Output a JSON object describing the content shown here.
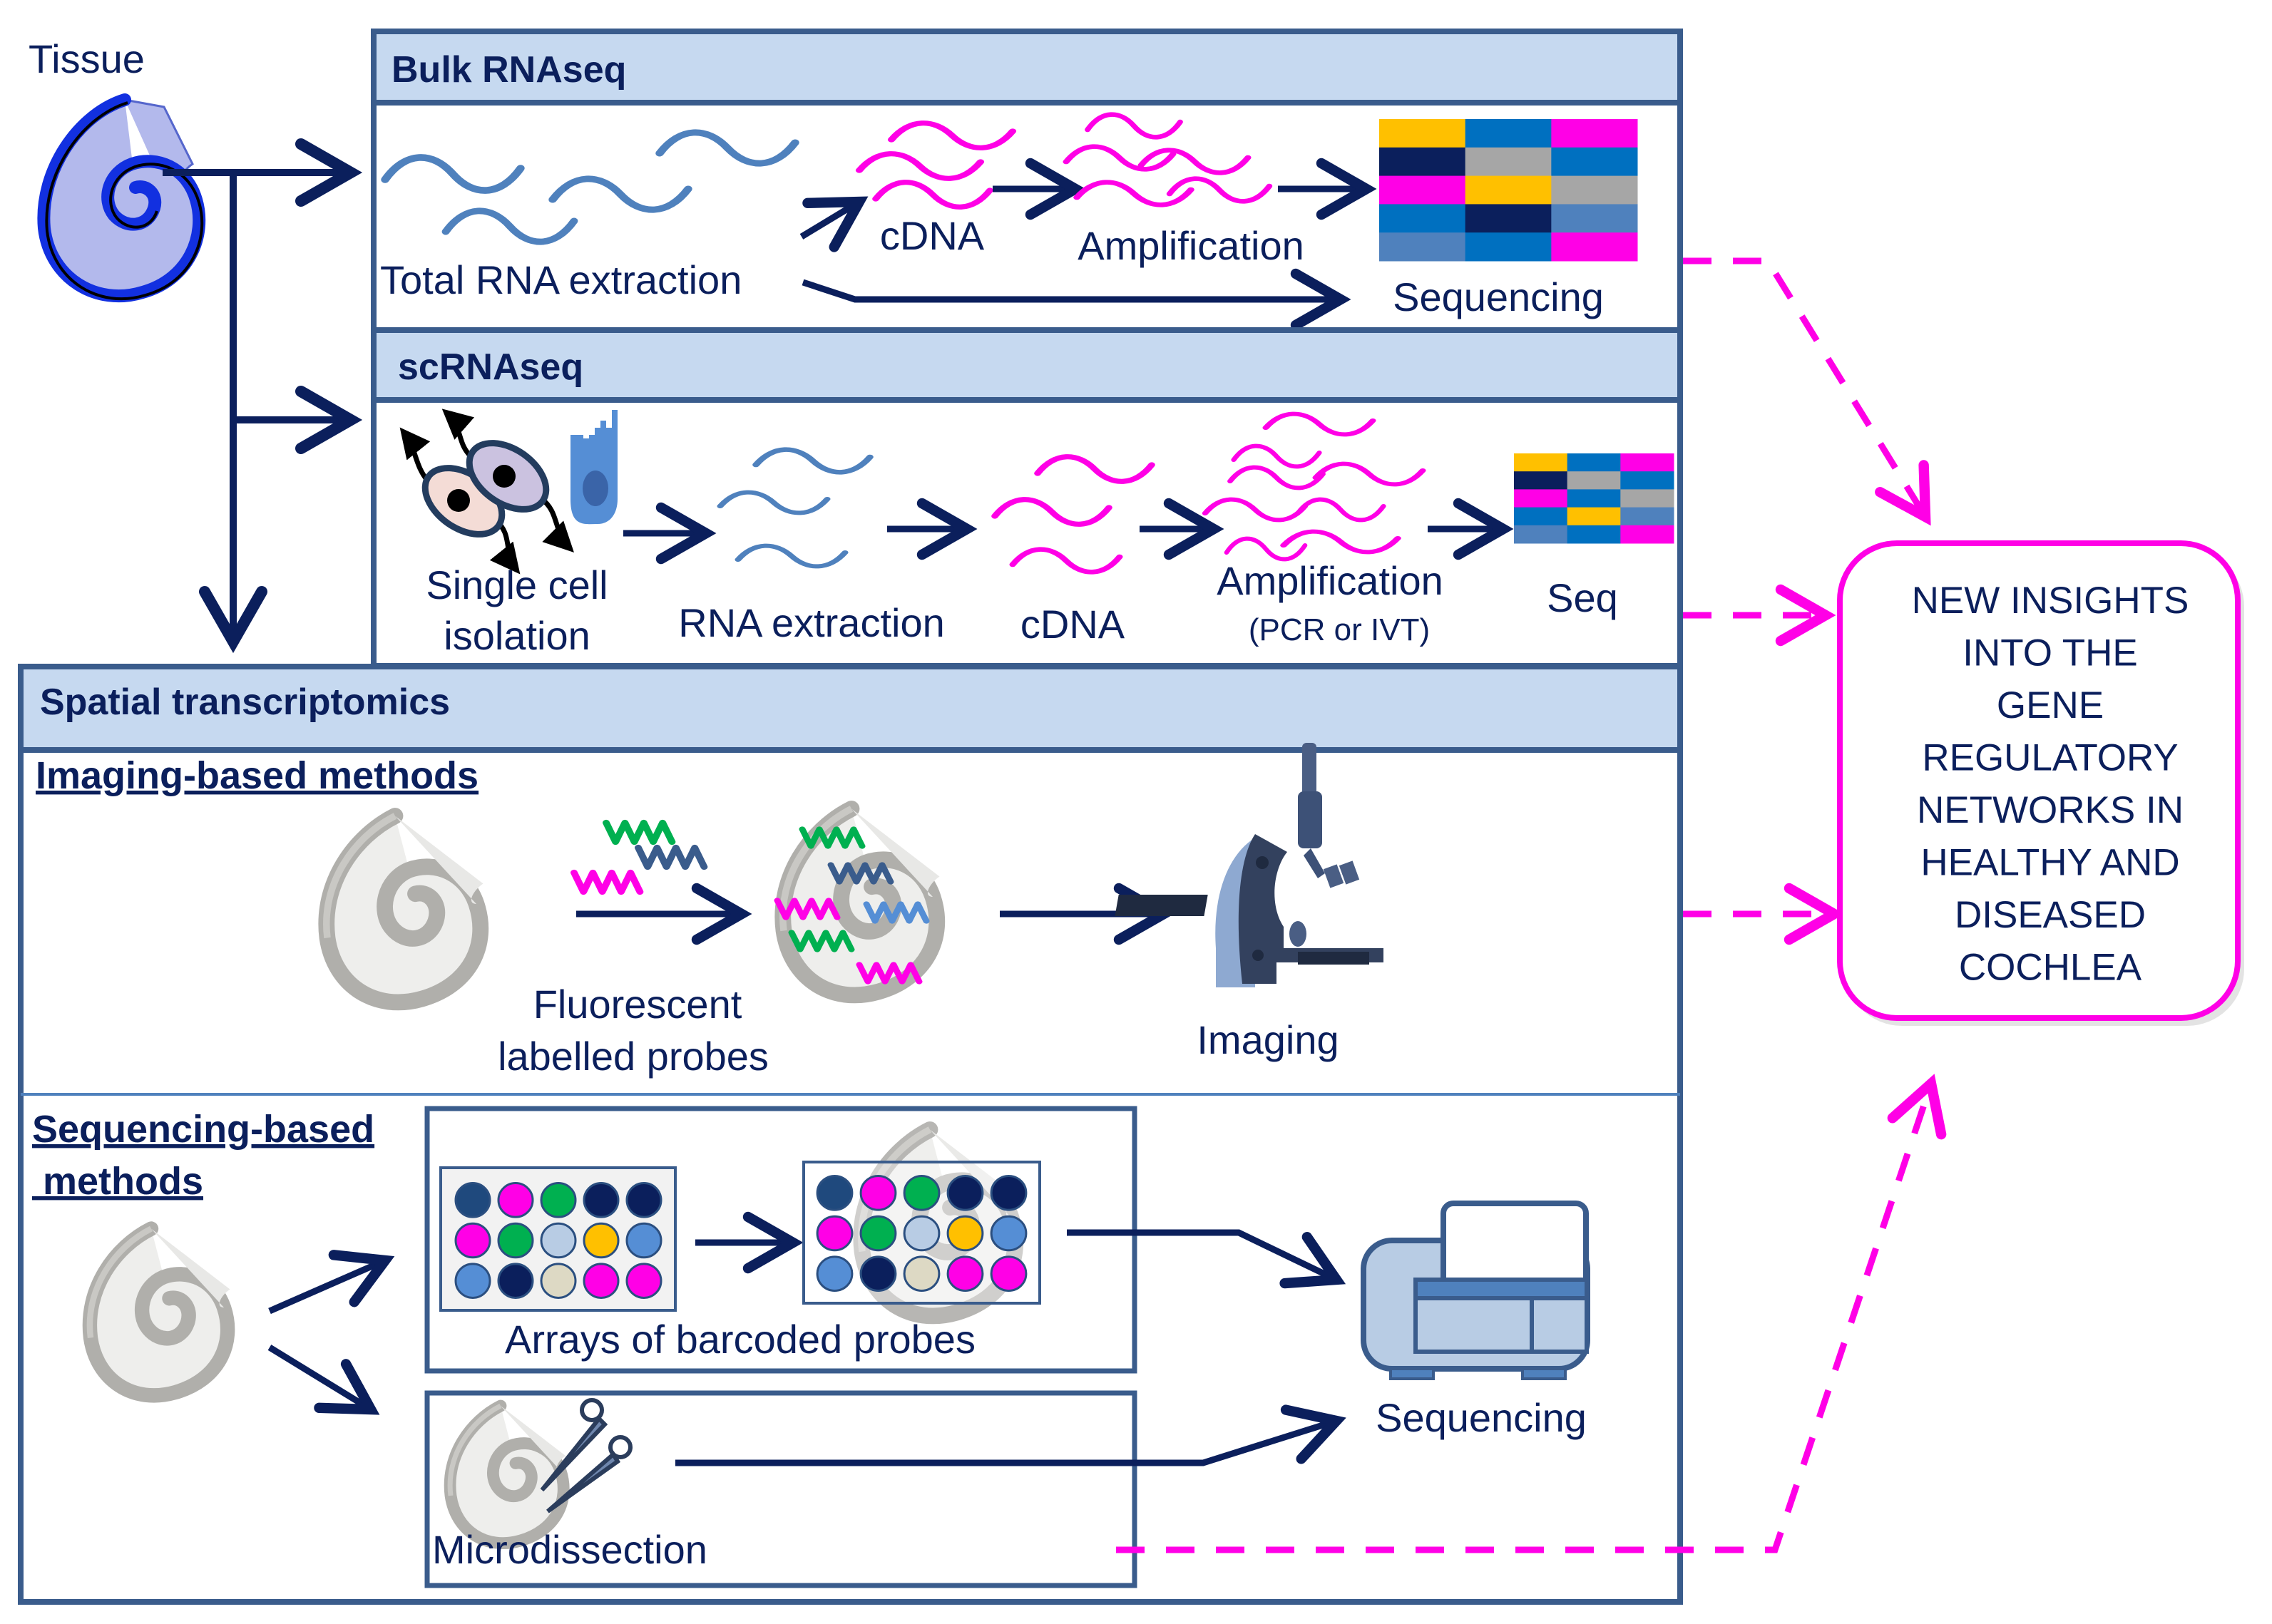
{
  "tissue": {
    "label": "Tissue",
    "icon": "cochlea-icon"
  },
  "bulk": {
    "title": "Bulk RNAseq",
    "steps": {
      "extraction": "Total RNA extraction",
      "cdna": "cDNA",
      "amplification": "Amplification",
      "sequencing": "Sequencing"
    },
    "seq_grid": [
      [
        "yellow",
        "blue",
        "magenta"
      ],
      [
        "navy",
        "grey",
        "blue"
      ],
      [
        "magenta",
        "yellow",
        "grey"
      ],
      [
        "blue",
        "navy",
        "steel"
      ],
      [
        "steel",
        "blue",
        "magenta"
      ]
    ]
  },
  "scrna": {
    "title": "scRNAseq",
    "steps": {
      "isolation_line1": "Single cell",
      "isolation_line2": "isolation",
      "extraction": "RNA extraction",
      "cdna": "cDNA",
      "amplification": "Amplification",
      "amplification_note": "(PCR or IVT)",
      "seq": "Seq"
    },
    "seq_grid": [
      [
        "yellow",
        "blue",
        "magenta"
      ],
      [
        "navy",
        "grey",
        "blue"
      ],
      [
        "magenta",
        "blue",
        "grey"
      ],
      [
        "blue",
        "yellow",
        "steel"
      ],
      [
        "steel",
        "blue",
        "magenta"
      ]
    ]
  },
  "spatial": {
    "title": "Spatial transcriptomics",
    "imaging": {
      "title": "Imaging-based methods",
      "probes_line1": "Fluorescent",
      "probes_line2": "labelled probes",
      "imaging": "Imaging"
    },
    "sequencing": {
      "title_line1": "Sequencing-based",
      "title_line2": " methods",
      "arrays": "Arrays of barcoded probes",
      "microdissection": "Microdissection",
      "sequencing": "Sequencing",
      "array_dots": [
        [
          "darksteel",
          "magenta",
          "green",
          "navy",
          "navy"
        ],
        [
          "magenta",
          "green",
          "lightblue",
          "yellow",
          "midblue"
        ],
        [
          "midblue",
          "navy",
          "beige",
          "magenta",
          "magenta"
        ]
      ]
    }
  },
  "insights": {
    "lines": [
      "NEW INSIGHTS",
      "INTO THE",
      "GENE",
      "REGULATORY",
      "NETWORKS IN",
      "HEALTHY AND",
      "DISEASED",
      "COCHLEA"
    ]
  },
  "colors": {
    "navy": "#0b1f5c",
    "frame": "#3a5c8c",
    "header_fill": "#c6d9f0",
    "magenta": "#ff00e6",
    "rna_blue": "#4f81bd",
    "yellow": "#ffc000",
    "blue": "#0070c0",
    "grey": "#a6a6a6",
    "steel": "#4f81bd",
    "green": "#00b050",
    "darksteel": "#1f497d",
    "lightblue": "#b8cce4",
    "midblue": "#558ed5",
    "beige": "#ddd9c4"
  }
}
